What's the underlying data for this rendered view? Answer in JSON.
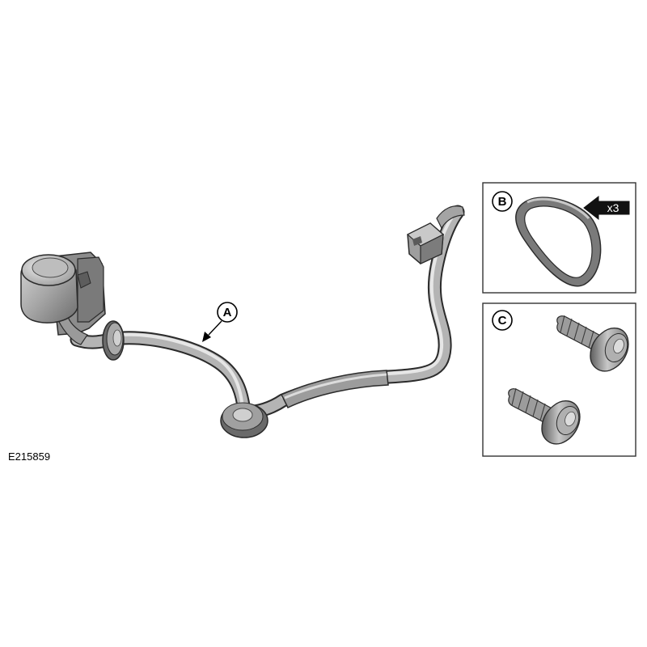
{
  "figure": {
    "reference_code": "E215859",
    "callouts": {
      "a": "A",
      "b": "B",
      "c": "C"
    },
    "quantity_badge": "x3",
    "colors": {
      "part_fill": "#a9a9a9",
      "part_dark": "#6e6e6e",
      "part_light": "#d6d6d6",
      "outline": "#2b2b2b",
      "panel_border": "#333333",
      "badge": "#111111"
    }
  }
}
